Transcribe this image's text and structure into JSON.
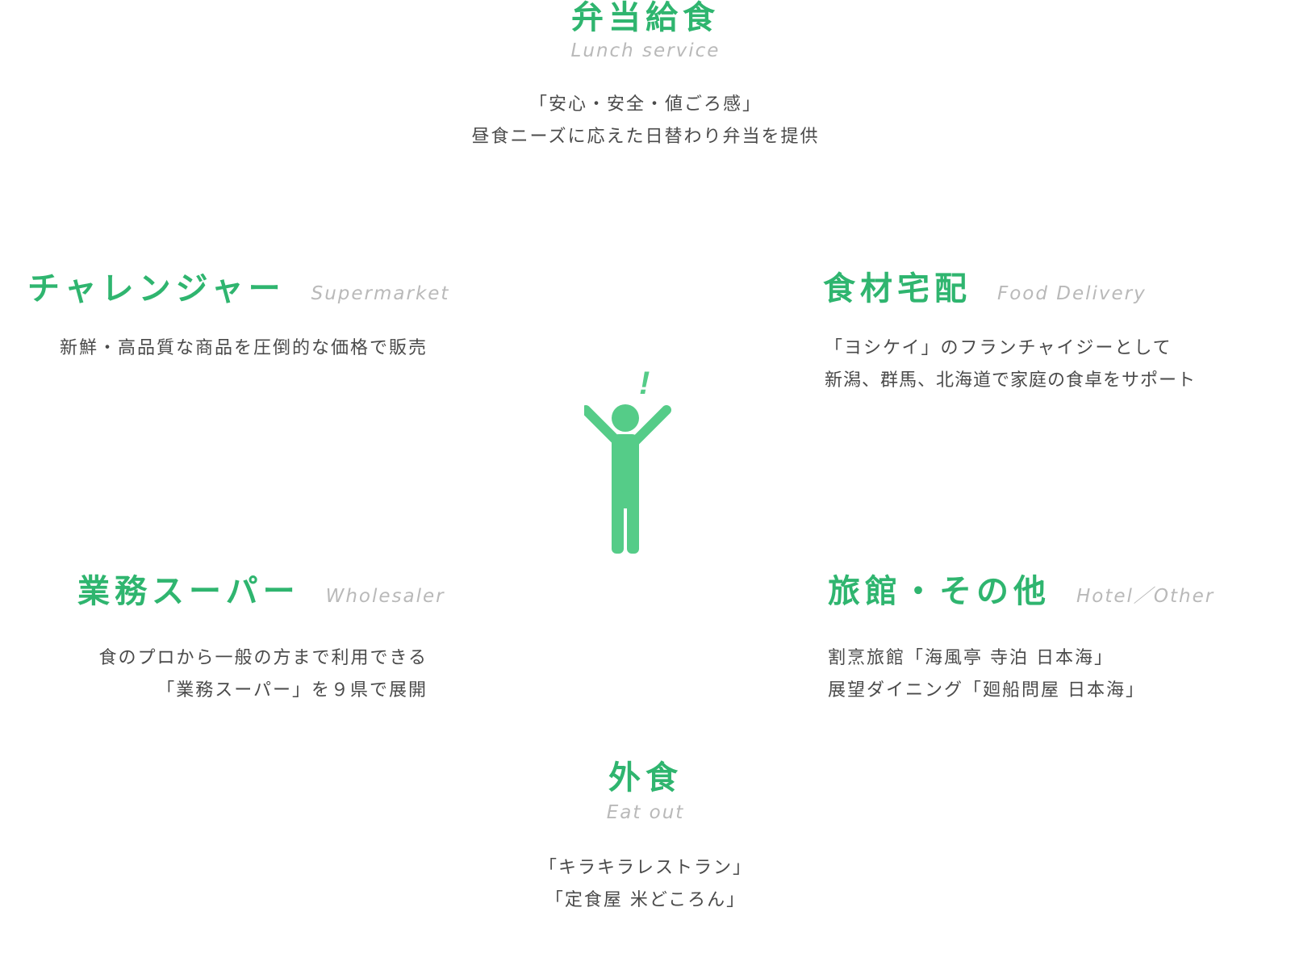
{
  "lunch": {
    "title": "弁当給食",
    "subtitle": "Lunch service",
    "lines": [
      "「安心・安全・値ごろ感」",
      "昼食ニーズに応えた日替わり弁当を提供"
    ]
  },
  "challenger": {
    "title": "チャレンジャー",
    "subtitle": "Supermarket",
    "lines": [
      "新鮮・高品質な商品を圧倒的な価格で販売"
    ]
  },
  "food_delivery": {
    "title": "食材宅配",
    "subtitle": "Food Delivery",
    "lines": [
      "「ヨシケイ」のフランチャイジーとして",
      "新潟、群馬、北海道で家庭の食卓をサポート"
    ]
  },
  "gyomu": {
    "title": "業務スーパー",
    "subtitle": "Wholesaler",
    "lines": [
      "食のプロから一般の方まで利用できる",
      "「業務スーパー」を９県で展開"
    ]
  },
  "ryokan": {
    "title": "旅館・その他",
    "subtitle": "Hotel／Other",
    "lines": [
      "割烹旅館「海風亭 寺泊 日本海」",
      "展望ダイニング「廻船問屋 日本海」"
    ]
  },
  "eat_out": {
    "title": "外食",
    "subtitle": "Eat out",
    "lines": [
      "「キラキラレストラン」",
      "「定食屋 米どころん」"
    ]
  },
  "figure": {
    "exclamation": "!",
    "color": "#55cc88",
    "icon": "person-cheering-icon"
  }
}
